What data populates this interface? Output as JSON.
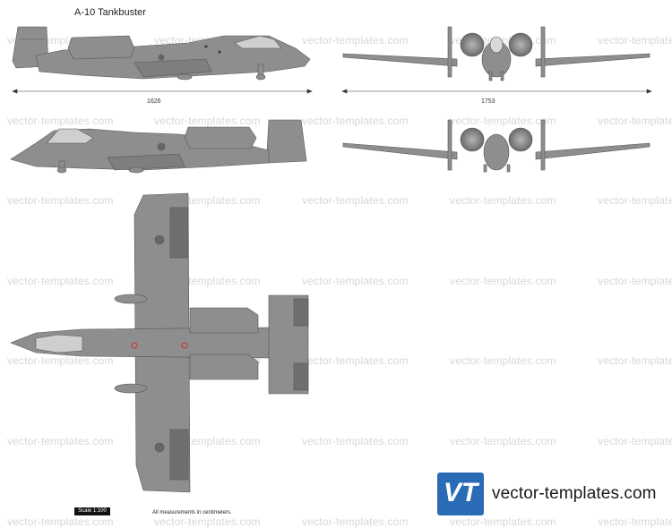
{
  "title": "A-10 Tankbuster",
  "watermark": "vector-templates.com",
  "dimensions": {
    "length": "1626",
    "wingspan": "1753"
  },
  "scale_label": "Scale 1:100",
  "measure_note": "All measurements in centimeters.",
  "brand": {
    "logo_letters": "VT",
    "site": "vector-templates.com",
    "logo_color": "#2a6bb5"
  },
  "colors": {
    "aircraft_fill": "#8e8e8e",
    "aircraft_dark": "#6f6f6f",
    "outline": "#555555"
  }
}
